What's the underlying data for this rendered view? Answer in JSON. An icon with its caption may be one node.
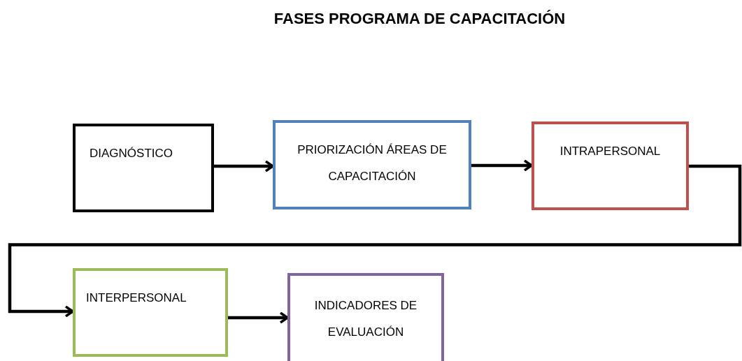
{
  "diagram": {
    "title": "FASES PROGRAMA DE CAPACITACIÓN",
    "nodes": [
      {
        "text": [
          "DIAGNÓSTICO"
        ]
      },
      {
        "text": [
          "PRIORIZACIÓN ÁREAS DE CAPACITACIÓN"
        ]
      },
      {
        "text": [
          "INTRAPERSONAL"
        ]
      },
      {
        "text": [
          "INTERPERSONAL"
        ]
      },
      {
        "text": [
          "INDICADORES DE EVALUACIÓN"
        ]
      }
    ],
    "edges": [
      {
        "from": 0,
        "to": 1,
        "arrow": "to"
      },
      {
        "from": 1,
        "to": 2,
        "arrow": "to"
      },
      {
        "from": 2,
        "to": 3,
        "arrow": "to"
      },
      {
        "from": 3,
        "to": 4,
        "arrow": "to"
      }
    ]
  }
}
